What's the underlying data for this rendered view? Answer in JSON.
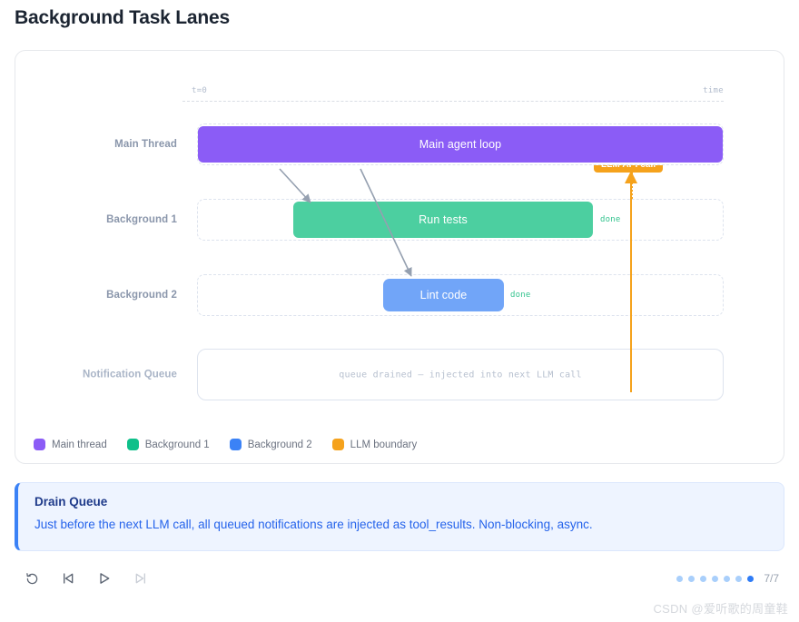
{
  "page": {
    "title": "Background Task Lanes"
  },
  "timeline": {
    "start_label": "t=0",
    "end_label": "time"
  },
  "llm_marker": {
    "label": "LLM API call"
  },
  "lanes": [
    {
      "label": "Main Thread",
      "bar": {
        "text": "Main agent loop",
        "color": "#8b5cf6"
      }
    },
    {
      "label": "Background 1",
      "bar": {
        "text": "Run tests",
        "color": "#4ccfa0"
      },
      "status": "done"
    },
    {
      "label": "Background 2",
      "bar": {
        "text": "Lint code",
        "color": "#71a5f8"
      },
      "status": "done"
    },
    {
      "label": "Notification Queue",
      "queue_text": "queue drained — injected into next LLM call"
    }
  ],
  "legend": [
    {
      "label": "Main thread",
      "color": "#8b5cf6"
    },
    {
      "label": "Background 1",
      "color": "#0fc08a"
    },
    {
      "label": "Background 2",
      "color": "#3b82f6"
    },
    {
      "label": "LLM boundary",
      "color": "#f5a21c"
    }
  ],
  "callout": {
    "title": "Drain Queue",
    "body": "Just before the next LLM call, all queued notifications are injected as tool_results. Non-blocking, async.",
    "accent_color": "#3b82f6"
  },
  "player": {
    "controls": [
      {
        "name": "restart-button",
        "icon": "restart-icon",
        "enabled": true
      },
      {
        "name": "previous-button",
        "icon": "previous-icon",
        "enabled": true
      },
      {
        "name": "play-button",
        "icon": "play-icon",
        "enabled": true
      },
      {
        "name": "next-button",
        "icon": "next-icon",
        "enabled": false
      }
    ],
    "current_step": 7,
    "total_steps": 7,
    "counter_label": "7/7"
  },
  "watermark": {
    "text": "CSDN @爱听歌的周童鞋"
  }
}
